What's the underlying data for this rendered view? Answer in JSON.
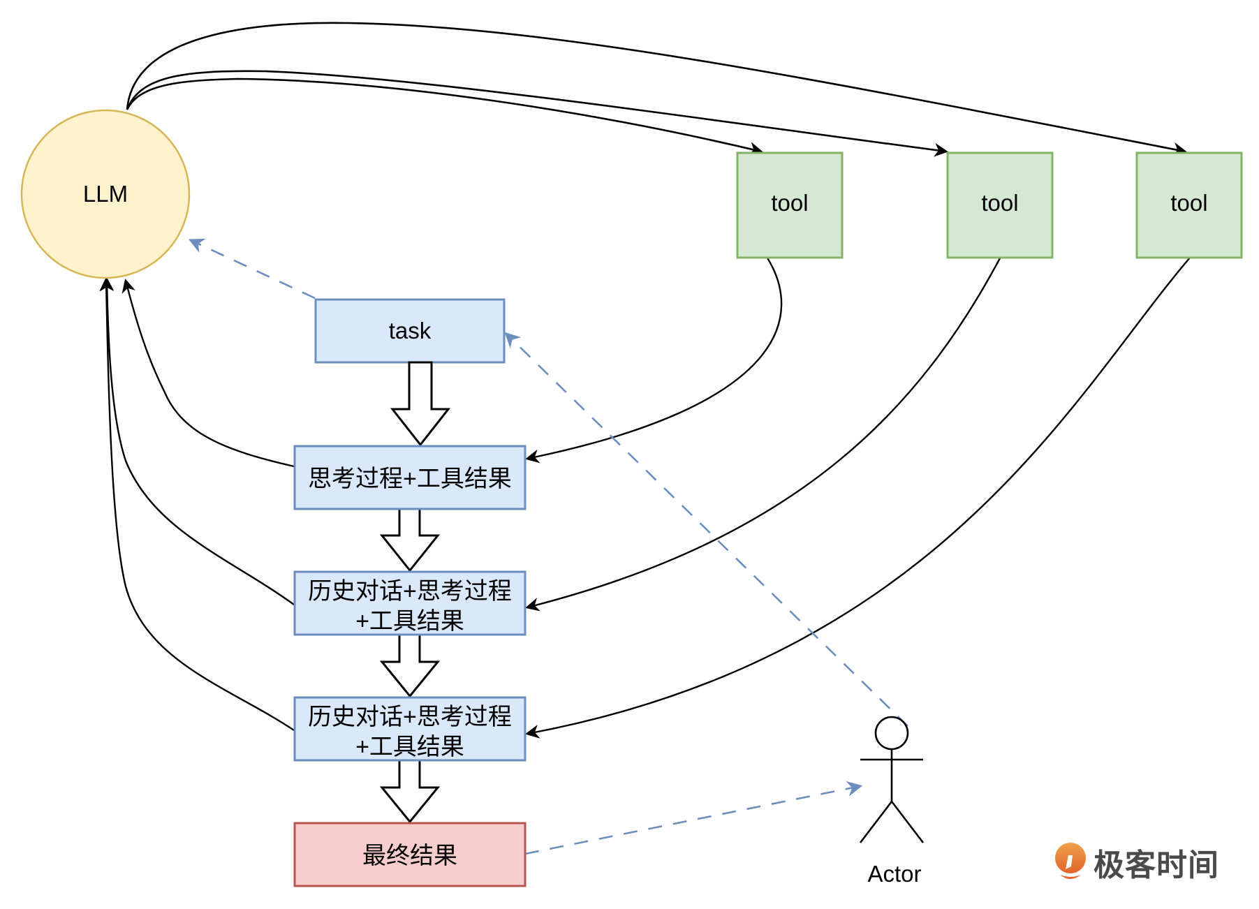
{
  "nodes": {
    "llm": {
      "label": "LLM",
      "fill": "#fff2cc",
      "stroke": "#d6b656"
    },
    "tools": [
      {
        "label": "tool"
      },
      {
        "label": "tool"
      },
      {
        "label": "tool"
      }
    ],
    "tool_style": {
      "fill": "#d5e8d4",
      "stroke": "#82b366"
    },
    "task": {
      "label": "task"
    },
    "steps": [
      {
        "lines": [
          "思考过程+工具结果"
        ]
      },
      {
        "lines": [
          "历史对话+思考过程",
          "+工具结果"
        ]
      },
      {
        "lines": [
          "历史对话+思考过程",
          "+工具结果"
        ]
      }
    ],
    "step_style": {
      "fill": "#dae8fc",
      "stroke": "#6c8ebf"
    },
    "final": {
      "label": "最终结果",
      "fill": "#f8cecc",
      "stroke": "#b85450"
    },
    "actor": {
      "label": "Actor"
    }
  },
  "edges": {
    "solid_color": "#000000",
    "dashed_color": "#6c8ebf",
    "list": [
      {
        "from": "llm",
        "to": "tool-1",
        "style": "solid"
      },
      {
        "from": "llm",
        "to": "tool-2",
        "style": "solid"
      },
      {
        "from": "llm",
        "to": "tool-3",
        "style": "solid"
      },
      {
        "from": "tool-1",
        "to": "step-1",
        "style": "solid"
      },
      {
        "from": "tool-2",
        "to": "step-2",
        "style": "solid"
      },
      {
        "from": "tool-3",
        "to": "step-3",
        "style": "solid"
      },
      {
        "from": "step-1",
        "to": "llm",
        "style": "solid"
      },
      {
        "from": "step-2",
        "to": "llm",
        "style": "solid"
      },
      {
        "from": "step-3",
        "to": "llm",
        "style": "solid"
      },
      {
        "from": "task",
        "to": "llm",
        "style": "dashed"
      },
      {
        "from": "actor",
        "to": "task",
        "style": "dashed"
      },
      {
        "from": "final",
        "to": "actor",
        "style": "dashed"
      },
      {
        "from": "task",
        "to": "step-1",
        "style": "block"
      },
      {
        "from": "step-1",
        "to": "step-2",
        "style": "block"
      },
      {
        "from": "step-2",
        "to": "step-3",
        "style": "block"
      },
      {
        "from": "step-3",
        "to": "final",
        "style": "block"
      }
    ]
  },
  "watermark": {
    "brand": "极客时间",
    "icon": "geektime-logo-icon",
    "accent": "#e8762c",
    "text_color": "#4a4a4a"
  }
}
